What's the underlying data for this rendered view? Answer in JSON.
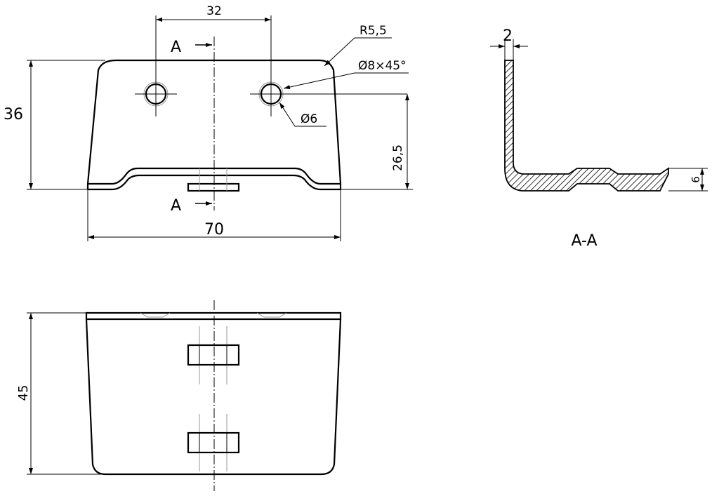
{
  "dimensions": {
    "width_32": "32",
    "radius": "R5,5",
    "chamfer": "Ø8×45°",
    "height_36": "36",
    "hole_dia": "Ø6",
    "height_26_5": "26,5",
    "width_70": "70",
    "thickness": "2",
    "flange_6": "6",
    "height_45": "45"
  },
  "section": {
    "marker_top": "A",
    "marker_bottom": "A",
    "title": "A-A"
  }
}
